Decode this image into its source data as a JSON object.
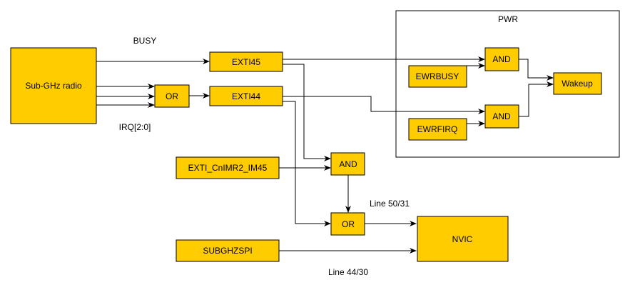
{
  "diagram": {
    "blocks": {
      "radio": "Sub-GHz radio",
      "or_irq": "OR",
      "exti45": "EXTI45",
      "exti44": "EXTI44",
      "imr": "EXTI_CnIMR2_IM45",
      "and_mid": "AND",
      "or_mid": "OR",
      "spi": "SUBGHZSPI",
      "nvic": "NVIC",
      "ewrbusy": "EWRBUSY",
      "ewrfirq": "EWRFIRQ",
      "and_pwr1": "AND",
      "and_pwr2": "AND",
      "wakeup": "Wakeup"
    },
    "labels": {
      "busy": "BUSY",
      "irq": "IRQ[2:0]",
      "pwr": "PWR",
      "line50": "Line 50/31",
      "line44": "Line 44/30"
    }
  }
}
